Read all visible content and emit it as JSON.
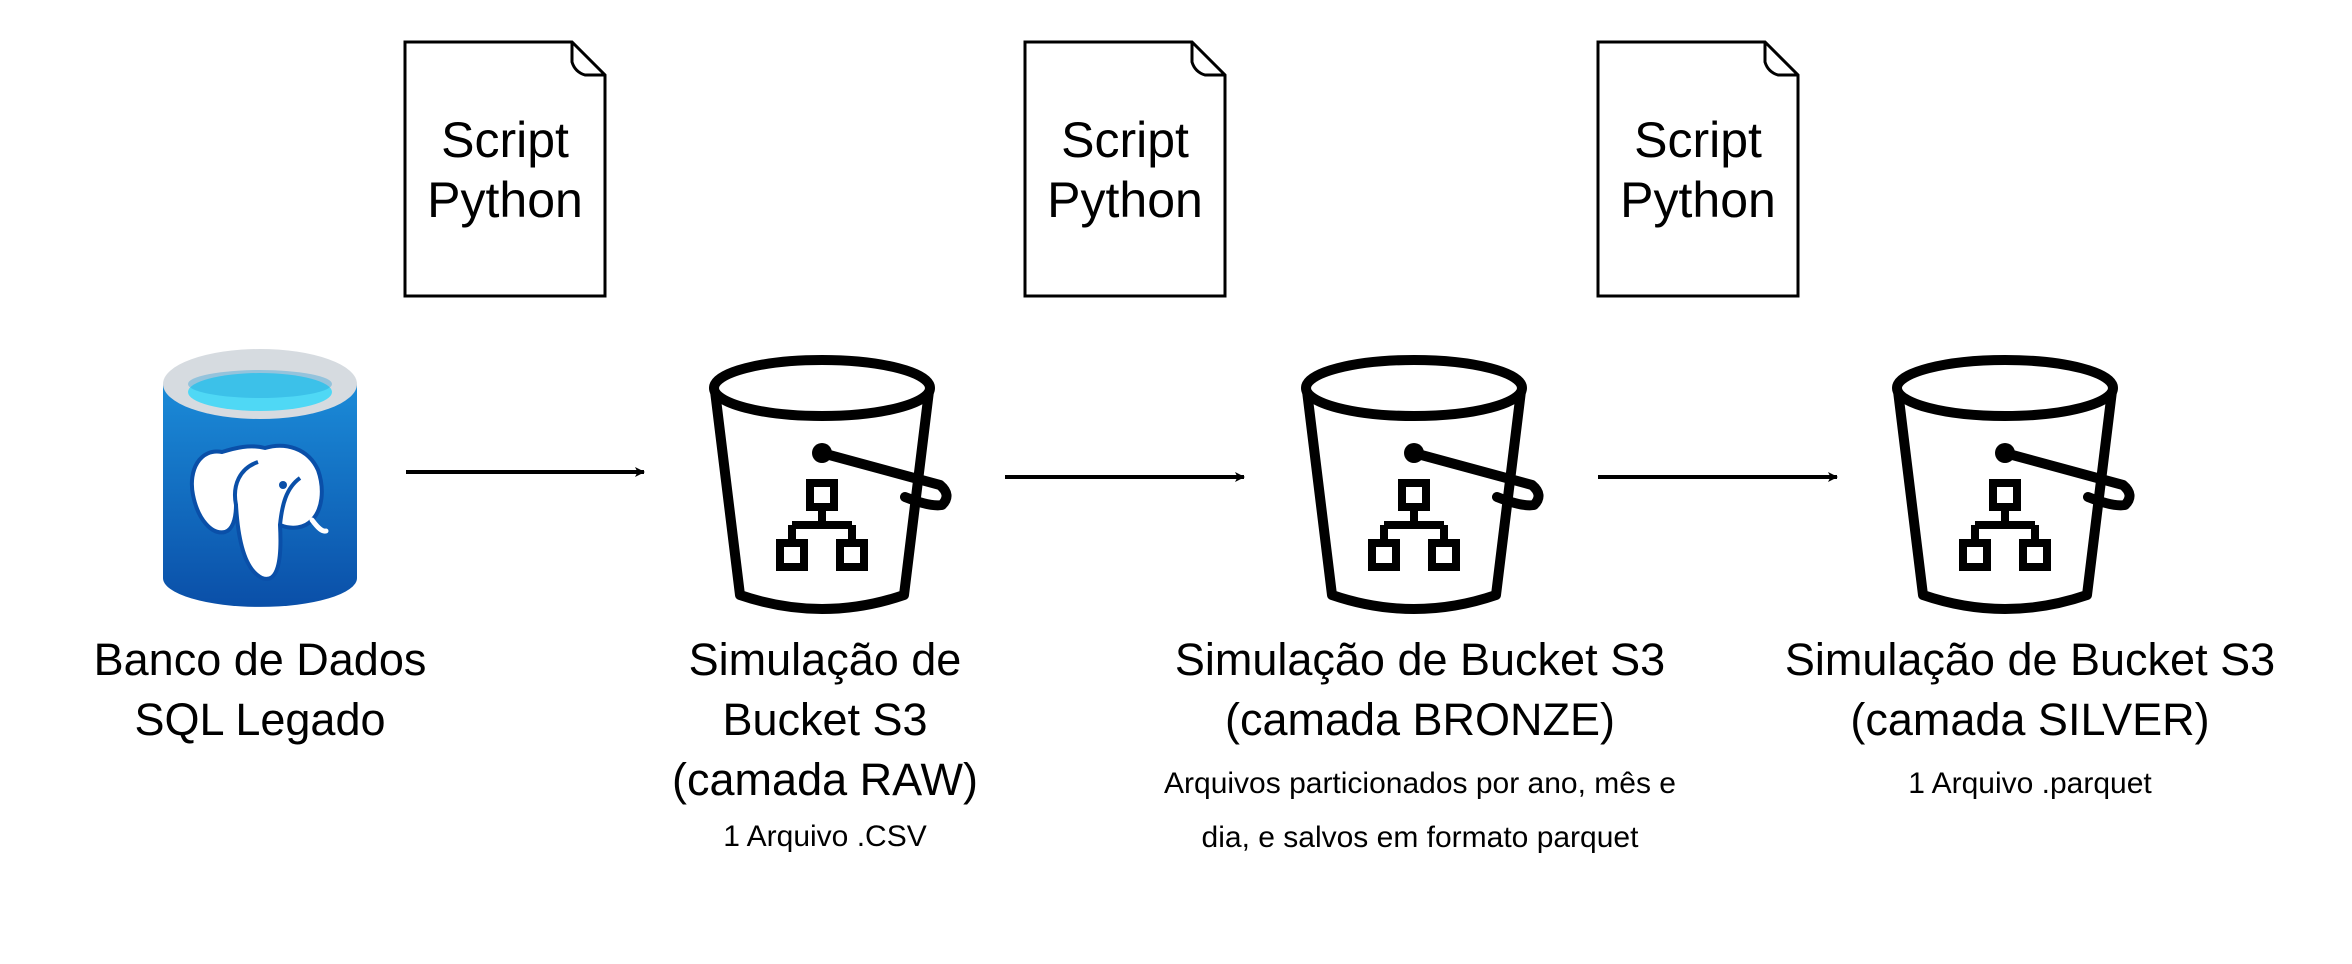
{
  "scripts": [
    {
      "text": "Script\nPython"
    },
    {
      "text": "Script\nPython"
    },
    {
      "text": "Script\nPython"
    }
  ],
  "nodes": [
    {
      "title": "Banco de Dados\nSQL Legado",
      "note": ""
    },
    {
      "title": "Simulação de\nBucket S3\n(camada RAW)",
      "note": "1 Arquivo .CSV"
    },
    {
      "title": "Simulação de Bucket S3\n(camada BRONZE)",
      "note": "Arquivos particionados por ano, mês e\ndia, e salvos em formato parquet"
    },
    {
      "title": "Simulação de Bucket S3\n(camada SILVER)",
      "note": "1 Arquivo .parquet"
    }
  ],
  "colors": {
    "db_blue_top": "#1b8bd8",
    "db_blue_bottom": "#0a4fa8",
    "db_rim": "#d6dbe0",
    "db_water": "#4fd8f5",
    "stroke": "#000000"
  }
}
